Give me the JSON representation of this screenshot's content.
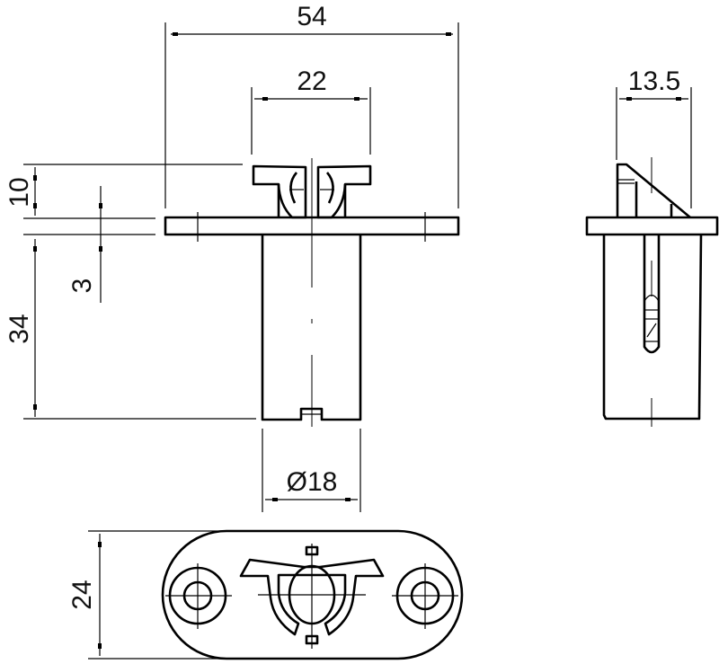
{
  "drawing": {
    "type": "technical-drawing",
    "subject": "flanged cylindrical clip/holder, three orthographic views",
    "views": [
      "front",
      "side",
      "top"
    ],
    "line_color": "#000000",
    "background": "#ffffff"
  },
  "dimensions": {
    "overall_width": "54",
    "clip_width": "22",
    "side_depth": "13.5",
    "clip_height": "10",
    "flange_thickness": "3",
    "body_height": "34",
    "body_diameter": "Ø18",
    "flange_depth": "24"
  }
}
